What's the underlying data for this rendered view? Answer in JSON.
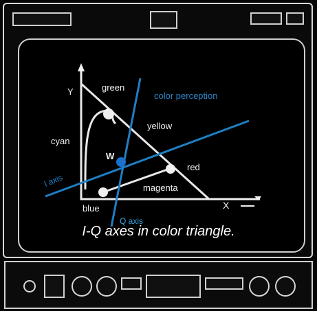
{
  "diagram": {
    "labels": {
      "y_axis": "Y",
      "x_axis": "X",
      "green": "green",
      "color_perception": "color perception",
      "yellow": "yellow",
      "cyan": "cyan",
      "white_point": "W",
      "red": "red",
      "i_axis": "I axis",
      "magenta": "magenta",
      "blue": "blue",
      "q_axis": "Q axis"
    },
    "caption": "I-Q axes in color triangle."
  },
  "colors": {
    "axis_line": "#1e7fc4",
    "white_point": "#1a6fd0",
    "triangle": "#e8e8e8",
    "perception_text": "#2a86c8",
    "q_axis_text": "#3aa0e0"
  }
}
